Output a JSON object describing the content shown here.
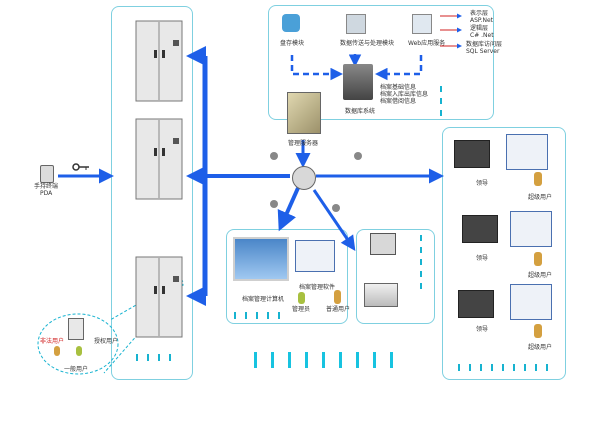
{
  "labels": {
    "pda_device": "手持终端",
    "pda": "PDA",
    "server_module_1": "盘存模块",
    "server_module_2": "数据传送与处理模块",
    "server_module_3": "Web应用服务",
    "tech_1": "ASP.Net",
    "tech_2": "C# .Net",
    "tech_3": "SQL Server",
    "tech_1_prefix": "表示层",
    "tech_2_prefix": "逻辑层",
    "tech_3_prefix": "数据库访问层",
    "database_note_1": "档案基础信息",
    "database_note_2": "档案入库出库信息",
    "database_note_3": "档案借阅信息",
    "database": "数据库系统",
    "management_server": "管理服务器",
    "pc_left": "档案管理计算机",
    "pc_left_sub": "档案管理软件",
    "admin_user": "管理员",
    "normal_user_bottom": "普通用户",
    "cabinet_user_red": "非法用户",
    "cabinet_user_green": "授权用户",
    "normal_user_small": "一般用户",
    "right_1": "领导",
    "right_1_user": "超级用户",
    "right_2": "领导",
    "right_2_user": "超级用户",
    "right_3": "领导",
    "right_3_user": "超级用户"
  },
  "colors": {
    "panel_border": "#7fd0e0",
    "arrow_blue": "#1e5fe8",
    "dash_blue": "#17b3d0",
    "user_red": "#d02020"
  }
}
